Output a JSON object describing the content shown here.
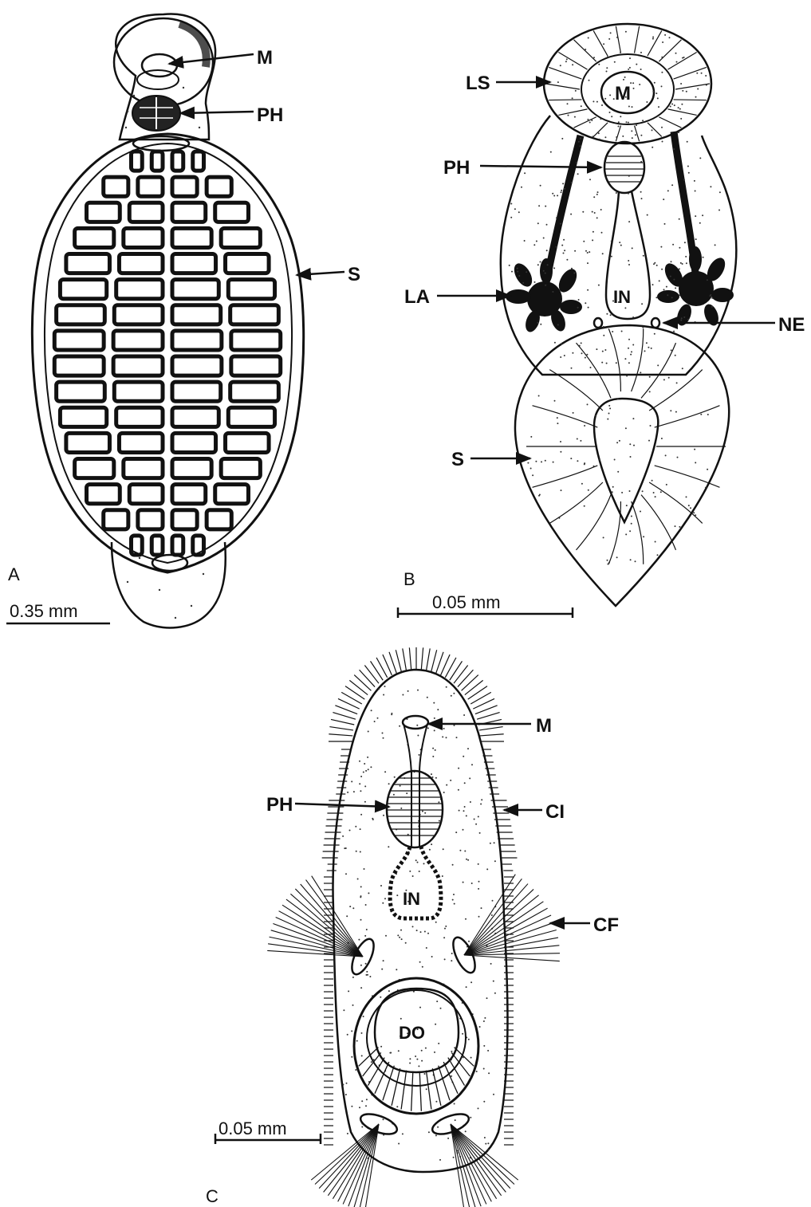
{
  "figure": {
    "panel_a": {
      "letter": "A",
      "scale": "0.35 mm",
      "labels": {
        "mouth": "M",
        "pharynx": "PH",
        "sucker": "S"
      }
    },
    "panel_b": {
      "letter": "B",
      "scale": "0.05 mm",
      "labels": {
        "lateral_sucker": "LS",
        "mouth": "M",
        "pharynx": "PH",
        "lateral_appendage": "LA",
        "intestine": "IN",
        "nephridia": "NE",
        "sucker": "S"
      }
    },
    "panel_c": {
      "letter": "C",
      "scale": "0.05 mm",
      "labels": {
        "mouth": "M",
        "pharynx": "PH",
        "cilia": "CI",
        "intestine": "IN",
        "cilia_fan": "CF",
        "disc_organ": "DO"
      }
    }
  }
}
